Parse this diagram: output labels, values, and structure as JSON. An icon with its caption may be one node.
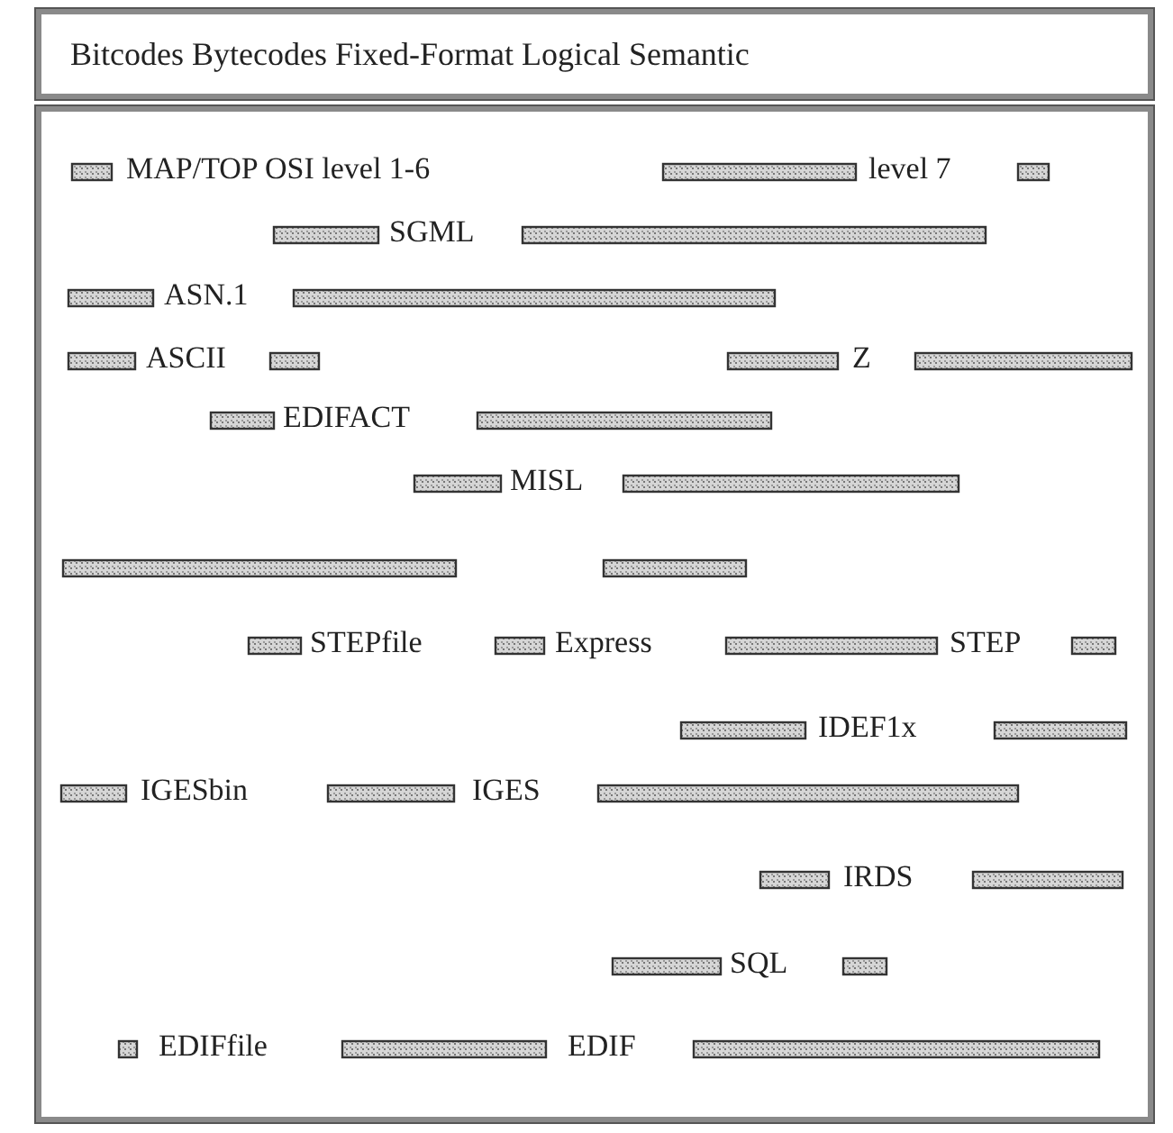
{
  "diagram": {
    "nodes": [
      {
        "text": [
          "Bitcodes Bytecodes Fixed-Format Logical Semantic"
        ]
      },
      {
        "text": [],
        "shape": "box"
      }
    ],
    "labels": [
      "MAP/TOP OSI level 1-6",
      "level 7",
      "SGML",
      "ASN.1",
      "ASCII",
      "Z",
      "EDIFACT",
      "MISL",
      "STEPfile",
      "Express",
      "STEP",
      "IDEF1x",
      "IGESbin",
      "IGES",
      "IRDS",
      "SQL",
      "EDIFfile",
      "EDIF"
    ]
  }
}
